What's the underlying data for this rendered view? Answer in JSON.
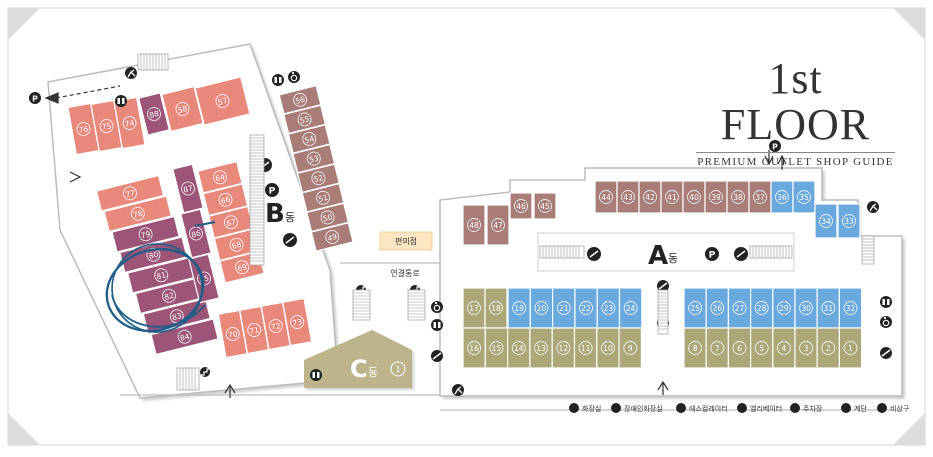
{
  "title": {
    "main": "1st FLOOR",
    "sub": "PREMIUM OUTLET SHOP GUIDE"
  },
  "colors": {
    "salmon": "#e9897b",
    "purple": "#9c5478",
    "brown": "#a87c77",
    "blue": "#69a9de",
    "olive": "#aca678",
    "tan": "#bdb48b",
    "outline": "#b9b9b9"
  },
  "buildings": {
    "A": {
      "letter": "A",
      "suffix": "동"
    },
    "B": {
      "letter": "B",
      "suffix": "동"
    },
    "C": {
      "letter": "C",
      "suffix": "동",
      "store": "1"
    }
  },
  "labels": {
    "convenience_store": "편의점",
    "connecting_passage": "연결통로"
  },
  "legend": [
    {
      "icon": "restroom-icon",
      "label": "화장실"
    },
    {
      "icon": "accessible-restroom-icon",
      "label": "장애인화장실"
    },
    {
      "icon": "escalator-icon",
      "label": "에스컬레이터"
    },
    {
      "icon": "elevator-icon",
      "label": "엘리베이터"
    },
    {
      "icon": "parking-icon",
      "label": "주차장"
    },
    {
      "icon": "stairs-icon",
      "label": "계단"
    },
    {
      "icon": "emergency-exit-icon",
      "label": "비상구"
    }
  ],
  "parking_mark": "P",
  "stores": {
    "a_upper": [
      "48",
      "47",
      "46",
      "45",
      "44",
      "43",
      "42",
      "41",
      "40",
      "39",
      "38",
      "37",
      "36",
      "35",
      "34",
      "33"
    ],
    "a_blue_left": [
      "19",
      "20",
      "21",
      "22",
      "23",
      "24"
    ],
    "a_olive_left_top": [
      "17",
      "18"
    ],
    "a_olive_left_bottom": [
      "16",
      "15",
      "14",
      "13",
      "12",
      "11",
      "10",
      "9"
    ],
    "a_blue_right": [
      "25",
      "26",
      "27",
      "28",
      "29",
      "30",
      "31",
      "32"
    ],
    "a_olive_right_bottom": [
      "8",
      "7",
      "6",
      "5",
      "4",
      "3",
      "2",
      "1"
    ],
    "b_left_top": [
      "76",
      "75",
      "74"
    ],
    "b_left_column": [
      "77",
      "78",
      "79",
      "80",
      "81",
      "82",
      "83",
      "84"
    ],
    "b_top": [
      "88",
      "58",
      "57"
    ],
    "b_middle_purple": [
      "87",
      "86",
      "85"
    ],
    "b_middle_salmon": [
      "64",
      "66",
      "67",
      "68",
      "69"
    ],
    "b_right_column": [
      "56",
      "55",
      "54",
      "53",
      "52",
      "51",
      "50",
      "49"
    ],
    "b_bottom": [
      "70",
      "71",
      "72",
      "73"
    ]
  }
}
